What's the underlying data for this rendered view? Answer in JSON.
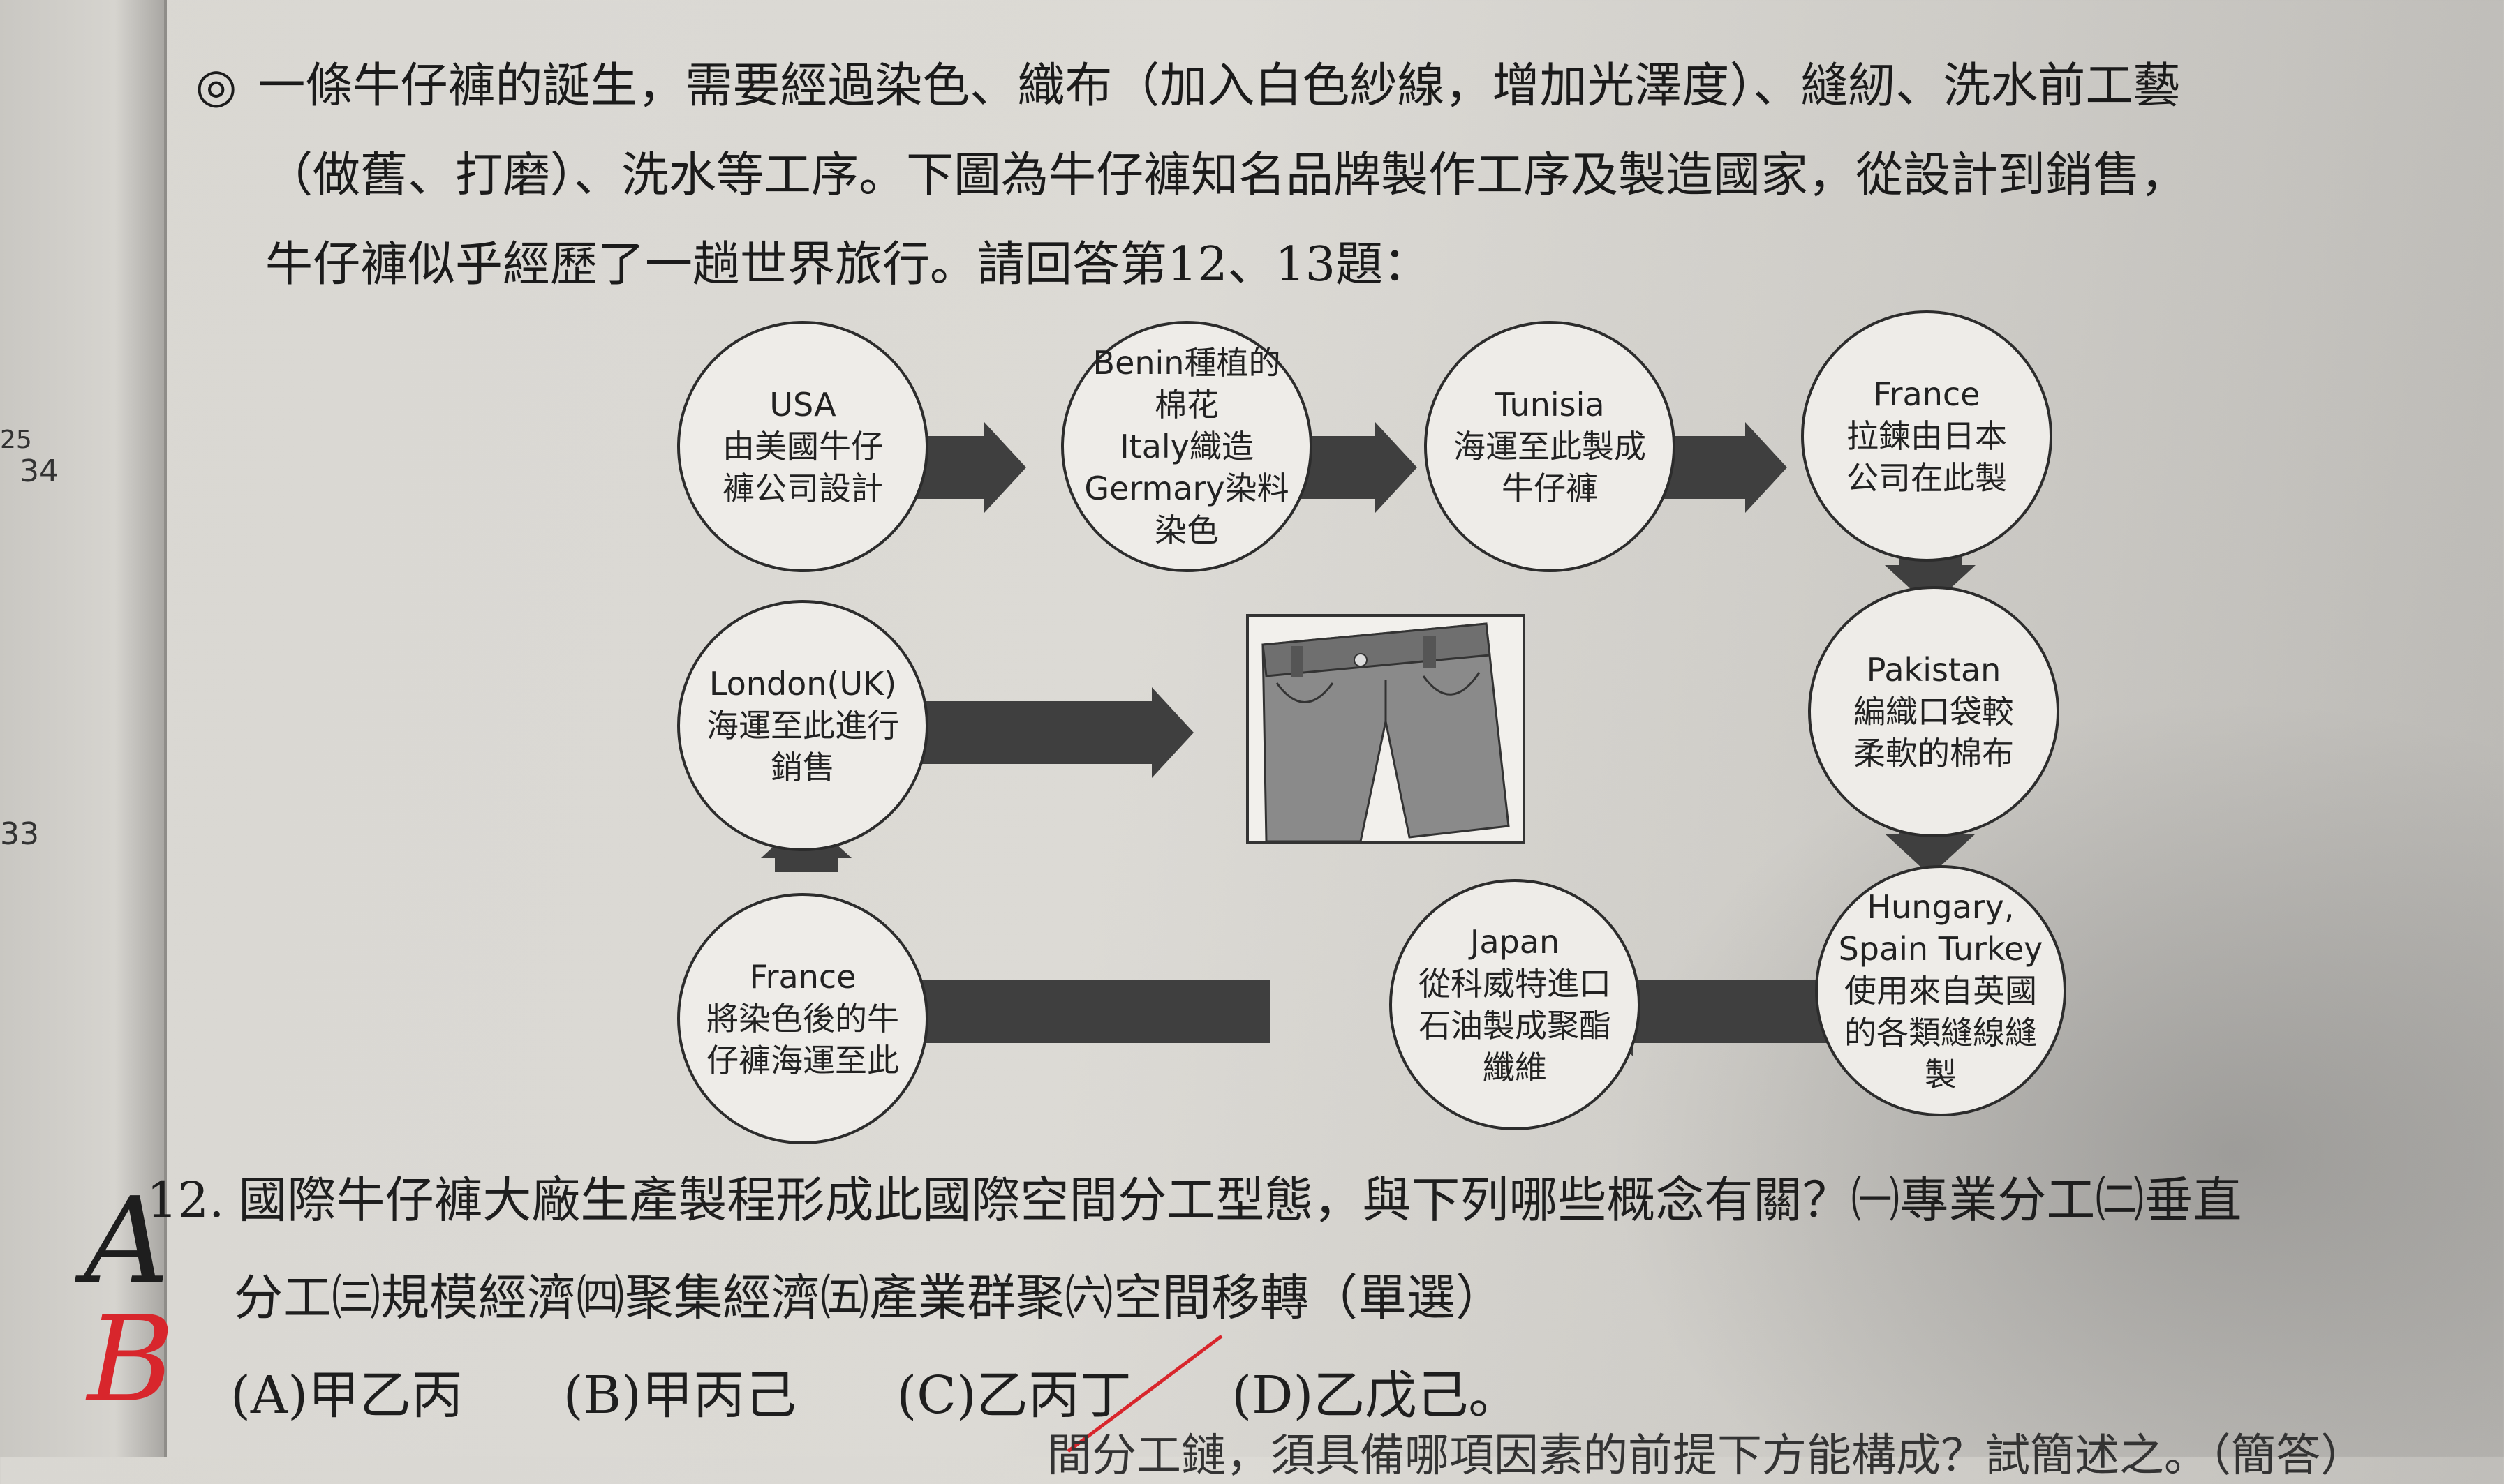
{
  "margin_numbers": [
    "25",
    "34",
    "33"
  ],
  "intro": {
    "symbol": "◎",
    "lines": [
      "一條牛仔褲的誕生，需要經過染色、織布（加入白色紗線，增加光澤度）、縫紉、洗水前工藝",
      "（做舊、打磨）、洗水等工序。下圖為牛仔褲知名品牌製作工序及製造國家，從設計到銷售，",
      "牛仔褲似乎經歷了一趟世界旅行。請回答第12、13題："
    ]
  },
  "nodes": {
    "usa": [
      "USA",
      "由美國牛仔",
      "褲公司設計"
    ],
    "benin": [
      "Benin種植的",
      "棉花",
      "Italy織造",
      "Germary染料",
      "染色"
    ],
    "tunisia": [
      "Tunisia",
      "海運至此製成",
      "牛仔褲"
    ],
    "france_top": [
      "France",
      "拉鍊由日本",
      "公司在此製"
    ],
    "pakistan": [
      "Pakistan",
      "編織口袋較",
      "柔軟的棉布"
    ],
    "hungary": [
      "Hungary,",
      "Spain Turkey",
      "使用來自英國",
      "的各類縫線縫",
      "製"
    ],
    "japan": [
      "Japan",
      "從科威特進口",
      "石油製成聚酯",
      "纖維"
    ],
    "france_bottom": [
      "France",
      "將染色後的牛",
      "仔褲海運至此"
    ],
    "london": [
      "London(UK)",
      "海運至此進行",
      "銷售"
    ]
  },
  "question12": {
    "number": "12.",
    "line1": "國際牛仔褲大廠生產製程形成此國際空間分工型態，與下列哪些概念有關？㈠專業分工㈡垂直",
    "line2": "分工㈢規模經濟㈣聚集經濟㈤產業群聚㈥空間移轉（單選）",
    "options": [
      "(A)甲乙丙",
      "(B)甲丙己",
      "(C)乙丙丁",
      "(D)乙戊己。"
    ],
    "handwritten_answer_1": "A",
    "handwritten_answer_2": "B"
  },
  "next_line": "間分工鏈，須具備哪項因素的前提下方能構成？試簡述之。（簡答）",
  "colors": {
    "ink": "#1e1e1e",
    "red_pen": "#d8262c",
    "arrow": "#3f3f3f"
  }
}
